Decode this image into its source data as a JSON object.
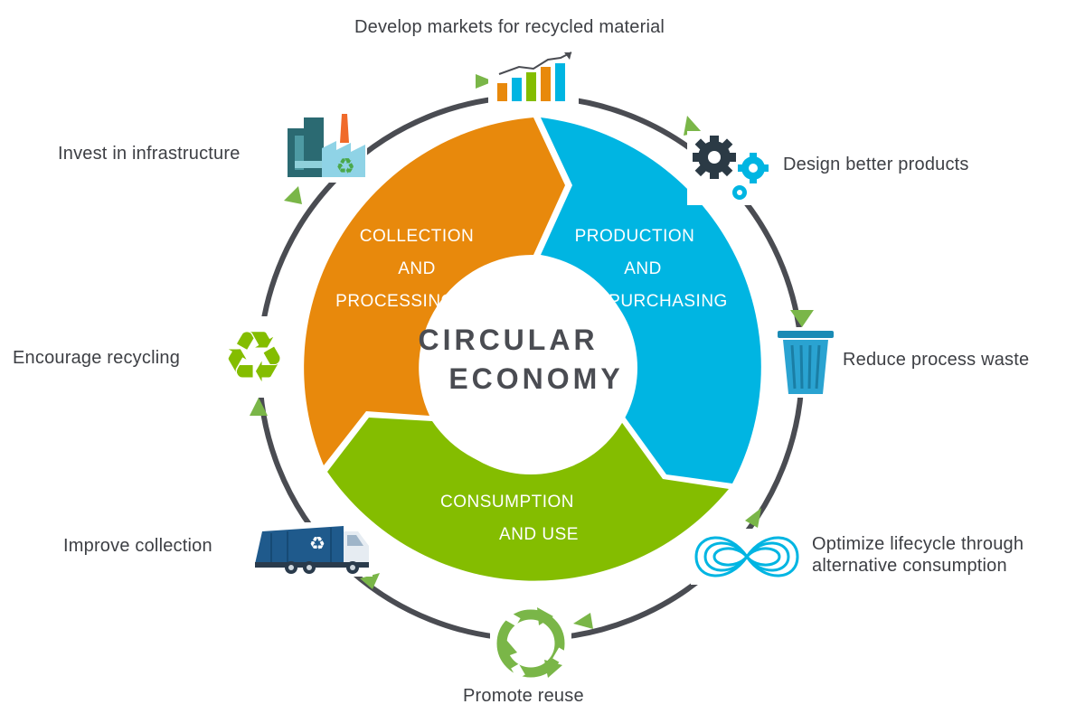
{
  "center": {
    "line1": "CIRCULAR",
    "line2": "ECONOMY"
  },
  "segments": {
    "collection": {
      "line1": "COLLECTION",
      "line2": "AND",
      "line3": "PROCESSING",
      "color": "#E8890C"
    },
    "production": {
      "line1": "PRODUCTION",
      "line2": "AND",
      "line3": "PURCHASING",
      "color": "#00B5E2"
    },
    "consumption": {
      "line1": "CONSUMPTION",
      "line2": "AND USE",
      "color": "#84BD00"
    }
  },
  "steps": [
    {
      "label": "Develop markets for recycled material",
      "icon": "bar-chart-icon"
    },
    {
      "label": "Design better products",
      "icon": "gears-icon"
    },
    {
      "label": "Reduce process waste",
      "icon": "trash-bin-icon"
    },
    {
      "label": "Optimize lifecycle through",
      "label2": "alternative consumption",
      "icon": "infinity-icon"
    },
    {
      "label": "Promote reuse",
      "icon": "reuse-arrows-icon"
    },
    {
      "label": "Improve collection",
      "icon": "garbage-truck-icon"
    },
    {
      "label": "Encourage recycling",
      "icon": "recycle-icon"
    },
    {
      "label": "Invest in infrastructure",
      "icon": "factory-icon"
    }
  ],
  "colors": {
    "ring": "#4a4c52",
    "arrow": "#7AB648",
    "text": "#3d3f44"
  }
}
